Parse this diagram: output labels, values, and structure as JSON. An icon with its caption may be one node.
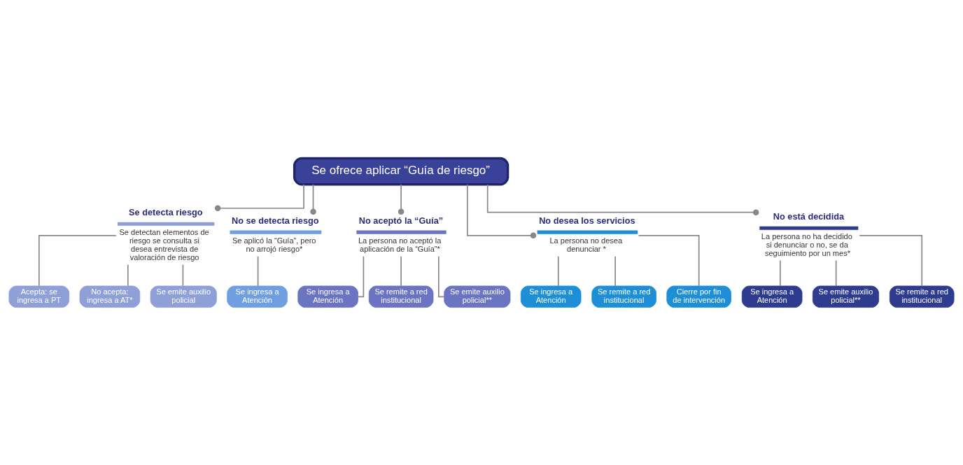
{
  "diagram": {
    "nodes": [
      {
        "text": [
          "Se ofrece aplicar “Guía de riesgo”"
        ]
      },
      {
        "text": [
          "Se detecta riesgo",
          "Se detectan elementos de riesgo se consulta si desea entrevista de valoración de riesgo"
        ]
      },
      {
        "text": [
          "No se detecta riesgo",
          "Se aplicó la “Guía”, pero no arrojó riesgo*"
        ]
      },
      {
        "text": [
          "No aceptó la “Guía”",
          "La persona no aceptó la aplicación de la “Guía”*"
        ]
      },
      {
        "text": [
          "No desea los servicios",
          "La persona no desea denunciar *"
        ]
      },
      {
        "text": [
          "No está decidida",
          "La persona no ha decidido si denunciar o no, se da seguimiento por un mes*"
        ]
      },
      {
        "text": [
          "Acepta: se ingresa a PT"
        ]
      },
      {
        "text": [
          "No acepta: ingresa a AT*"
        ]
      },
      {
        "text": [
          "Se emite auxilio policial"
        ]
      },
      {
        "text": [
          "Se ingresa a Atención"
        ]
      },
      {
        "text": [
          "Se ingresa a Atención"
        ]
      },
      {
        "text": [
          "Se remite a red institucional"
        ]
      },
      {
        "text": [
          "Se emite auxilio policial**"
        ]
      },
      {
        "text": [
          "Se ingresa a Atención"
        ]
      },
      {
        "text": [
          "Se remite a red institucional"
        ]
      },
      {
        "text": [
          "Cierre por fin de intervención"
        ]
      },
      {
        "text": [
          "Se ingresa a Atención"
        ]
      },
      {
        "text": [
          "Se emite auxilio policial**"
        ]
      },
      {
        "text": [
          "Se remite a red institucional"
        ]
      }
    ],
    "edges": [
      {
        "from": 0,
        "to": 1,
        "arrow": "other"
      },
      {
        "from": 0,
        "to": 2,
        "arrow": "other"
      },
      {
        "from": 0,
        "to": 3,
        "arrow": "other"
      },
      {
        "from": 0,
        "to": 4,
        "arrow": "other"
      },
      {
        "from": 0,
        "to": 5,
        "arrow": "other"
      },
      {
        "from": 1,
        "to": 6,
        "arrow": "none"
      },
      {
        "from": 1,
        "to": 7,
        "arrow": "none"
      },
      {
        "from": 1,
        "to": 8,
        "arrow": "none"
      },
      {
        "from": 2,
        "to": 9,
        "arrow": "none"
      },
      {
        "from": 3,
        "to": 10,
        "arrow": "none"
      },
      {
        "from": 3,
        "to": 11,
        "arrow": "none"
      },
      {
        "from": 3,
        "to": 12,
        "arrow": "none"
      },
      {
        "from": 4,
        "to": 13,
        "arrow": "none"
      },
      {
        "from": 4,
        "to": 14,
        "arrow": "none"
      },
      {
        "from": 4,
        "to": 15,
        "arrow": "none"
      },
      {
        "from": 5,
        "to": 16,
        "arrow": "none"
      },
      {
        "from": 5,
        "to": 17,
        "arrow": "none"
      },
      {
        "from": 5,
        "to": 18,
        "arrow": "none"
      }
    ]
  }
}
